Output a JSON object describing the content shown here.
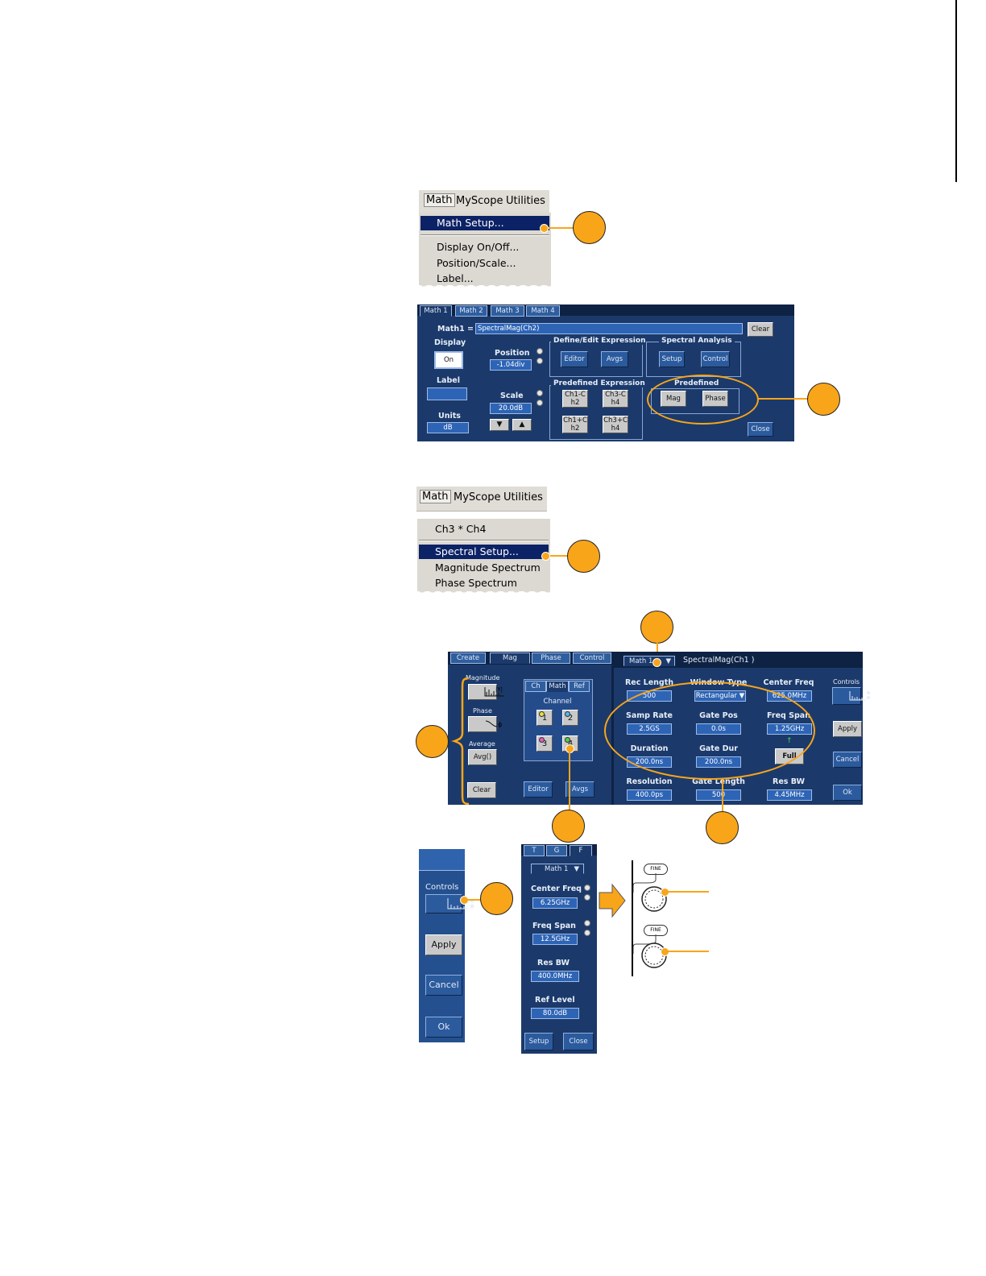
{
  "menu1": {
    "bar": [
      "Math",
      "MyScope",
      "Utilities"
    ],
    "items": {
      "highlighted": "Math Setup...",
      "display": "Display On/Off...",
      "position": "Position/Scale...",
      "label": "Label..."
    }
  },
  "math_setup": {
    "tabs": [
      "Math 1",
      "Math 2",
      "Math 3",
      "Math 4"
    ],
    "expr_label": "Math1",
    "expr_eq": "=",
    "expression": "SpectralMag(Ch2)",
    "clear": "Clear",
    "display_label": "Display",
    "display_value": "On",
    "label_label": "Label",
    "units_label": "Units",
    "units_value": "dB",
    "position_label": "Position",
    "position_value": "-1.04div",
    "scale_label": "Scale",
    "scale_value": "20.0dB",
    "define_title": "Define/Edit Expression",
    "editor": "Editor",
    "avgs": "Avgs",
    "spectral_title": "Spectral Analysis",
    "setup": "Setup",
    "control": "Control",
    "predefexpr_title": "Predefined Expression",
    "pe1": "Ch1-Ch2",
    "pe2": "Ch3-Ch4",
    "pe3": "Ch1+Ch2",
    "pe4": "Ch3+Ch4",
    "predefined_title": "Predefined",
    "mag": "Mag",
    "phase": "Phase",
    "close": "Close"
  },
  "menu2": {
    "bar": [
      "Math",
      "MyScope",
      "Utilities"
    ],
    "top_item": "Ch3 * Ch4",
    "highlighted": "Spectral Setup...",
    "items": [
      "Magnitude Spectrum",
      "Phase Spectrum"
    ]
  },
  "spectral_setup": {
    "tabs": [
      "Create",
      "Mag",
      "Phase",
      "Control"
    ],
    "magnitude": "Magnitude",
    "phase": "Phase",
    "average": "Average",
    "avg_btn": "Avg()",
    "clear": "Clear",
    "src_tabs": [
      "Ch",
      "Math",
      "Ref"
    ],
    "channel": "Channel",
    "channels": [
      "1",
      "2",
      "3",
      "4"
    ],
    "editor": "Editor",
    "avgs": "Avgs",
    "math_select": "Math 1",
    "expression": "SpectralMag(Ch1 )",
    "rec_length_label": "Rec Length",
    "rec_length": "500",
    "window_type_label": "Window Type",
    "window_type": "Rectangular",
    "center_freq_label": "Center Freq",
    "center_freq": "625.0MHz",
    "samp_rate_label": "Samp Rate",
    "samp_rate": "2.5GS",
    "gate_pos_label": "Gate Pos",
    "gate_pos": "0.0s",
    "freq_span_label": "Freq Span",
    "freq_span": "1.25GHz",
    "duration_label": "Duration",
    "duration": "200.0ns",
    "gate_dur_label": "Gate Dur",
    "gate_dur": "200.0ns",
    "full": "Full",
    "resolution_label": "Resolution",
    "resolution": "400.0ps",
    "gate_length_label": "Gate Length",
    "gate_length": "500",
    "res_bw_label": "Res BW",
    "res_bw": "4.45MHz",
    "controls": "Controls",
    "apply": "Apply",
    "cancel": "Cancel",
    "ok": "Ok"
  },
  "side_panel": {
    "controls": "Controls",
    "apply": "Apply",
    "cancel": "Cancel",
    "ok": "Ok"
  },
  "control_panel": {
    "tabs": [
      "T",
      "G",
      "F"
    ],
    "math_select": "Math 1",
    "center_freq_label": "Center Freq",
    "center_freq": "6.25GHz",
    "freq_span_label": "Freq Span",
    "freq_span": "12.5GHz",
    "res_bw_label": "Res BW",
    "res_bw": "400.0MHz",
    "ref_level_label": "Ref Level",
    "ref_level": "80.0dB",
    "setup": "Setup",
    "close": "Close"
  },
  "knobs": {
    "fine1": "FINE",
    "fine2": "FINE"
  }
}
